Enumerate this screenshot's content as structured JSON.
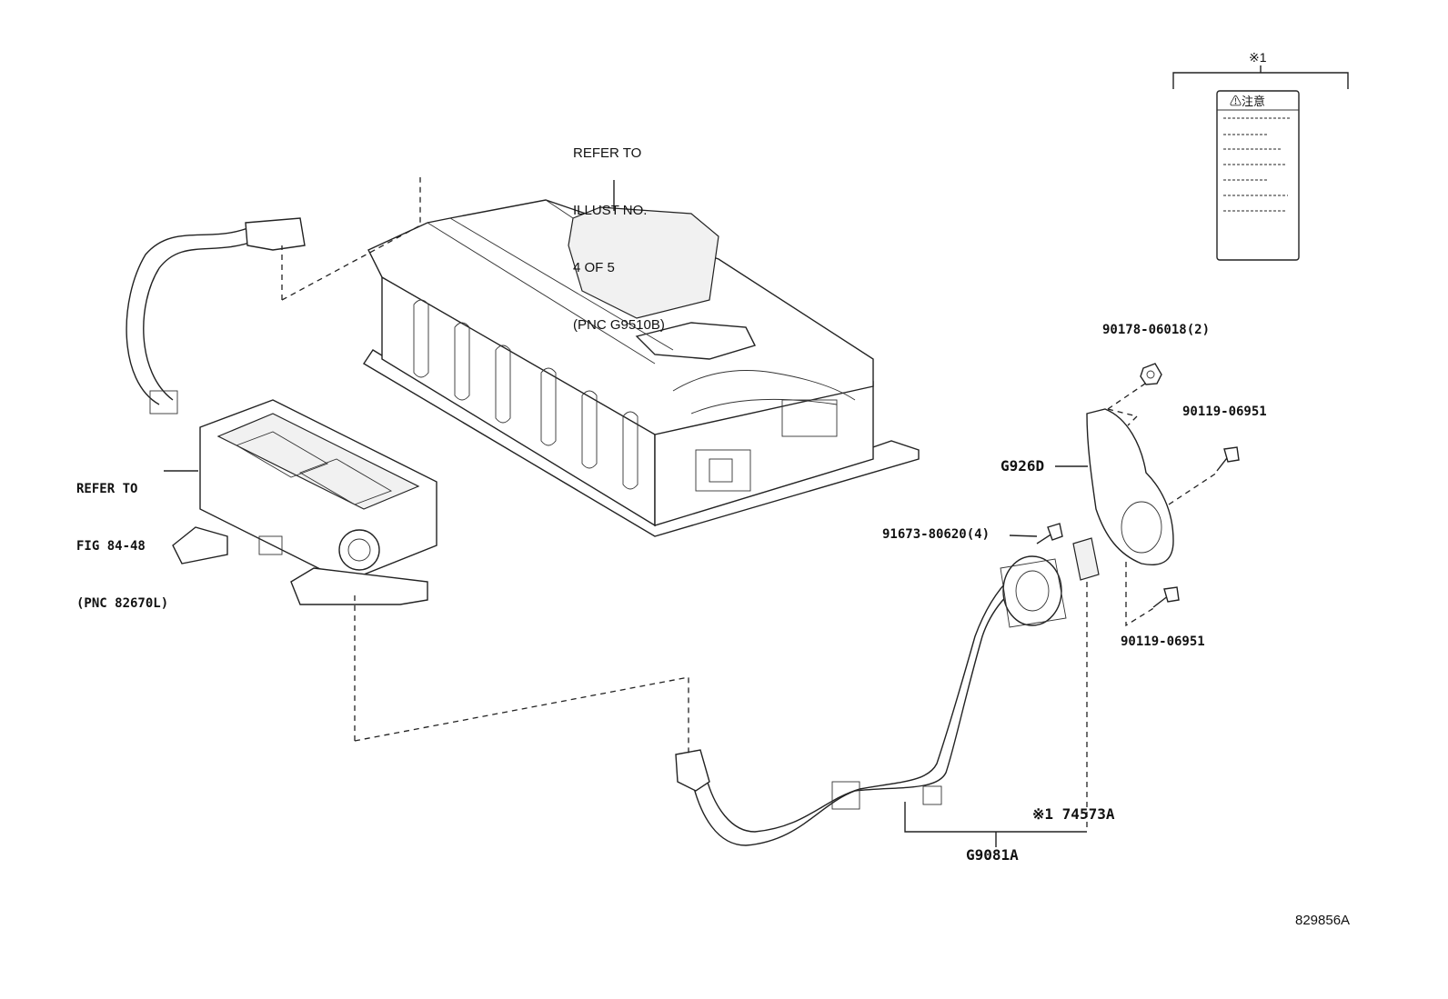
{
  "callouts": {
    "refer_battery": [
      "REFER TO",
      "ILLUST NO.",
      "4 OF 5",
      "(PNC G9510B)"
    ],
    "refer_inverter": [
      "REFER TO",
      "FIG 84-48",
      "(PNC 82670L)"
    ],
    "bolt_90178": "90178-06018(2)",
    "bolt_90119_top": "90119-06951",
    "bolt_90119_bottom": "90119-06951",
    "part_g926d": "G926D",
    "bolt_91673": "91673-80620(4)",
    "label_74573a": "※1 74573A",
    "part_g9081a": "G9081A",
    "diagram_id": "829856A"
  },
  "caution_label": {
    "note_marker": "※1",
    "header": "⚠注意"
  }
}
